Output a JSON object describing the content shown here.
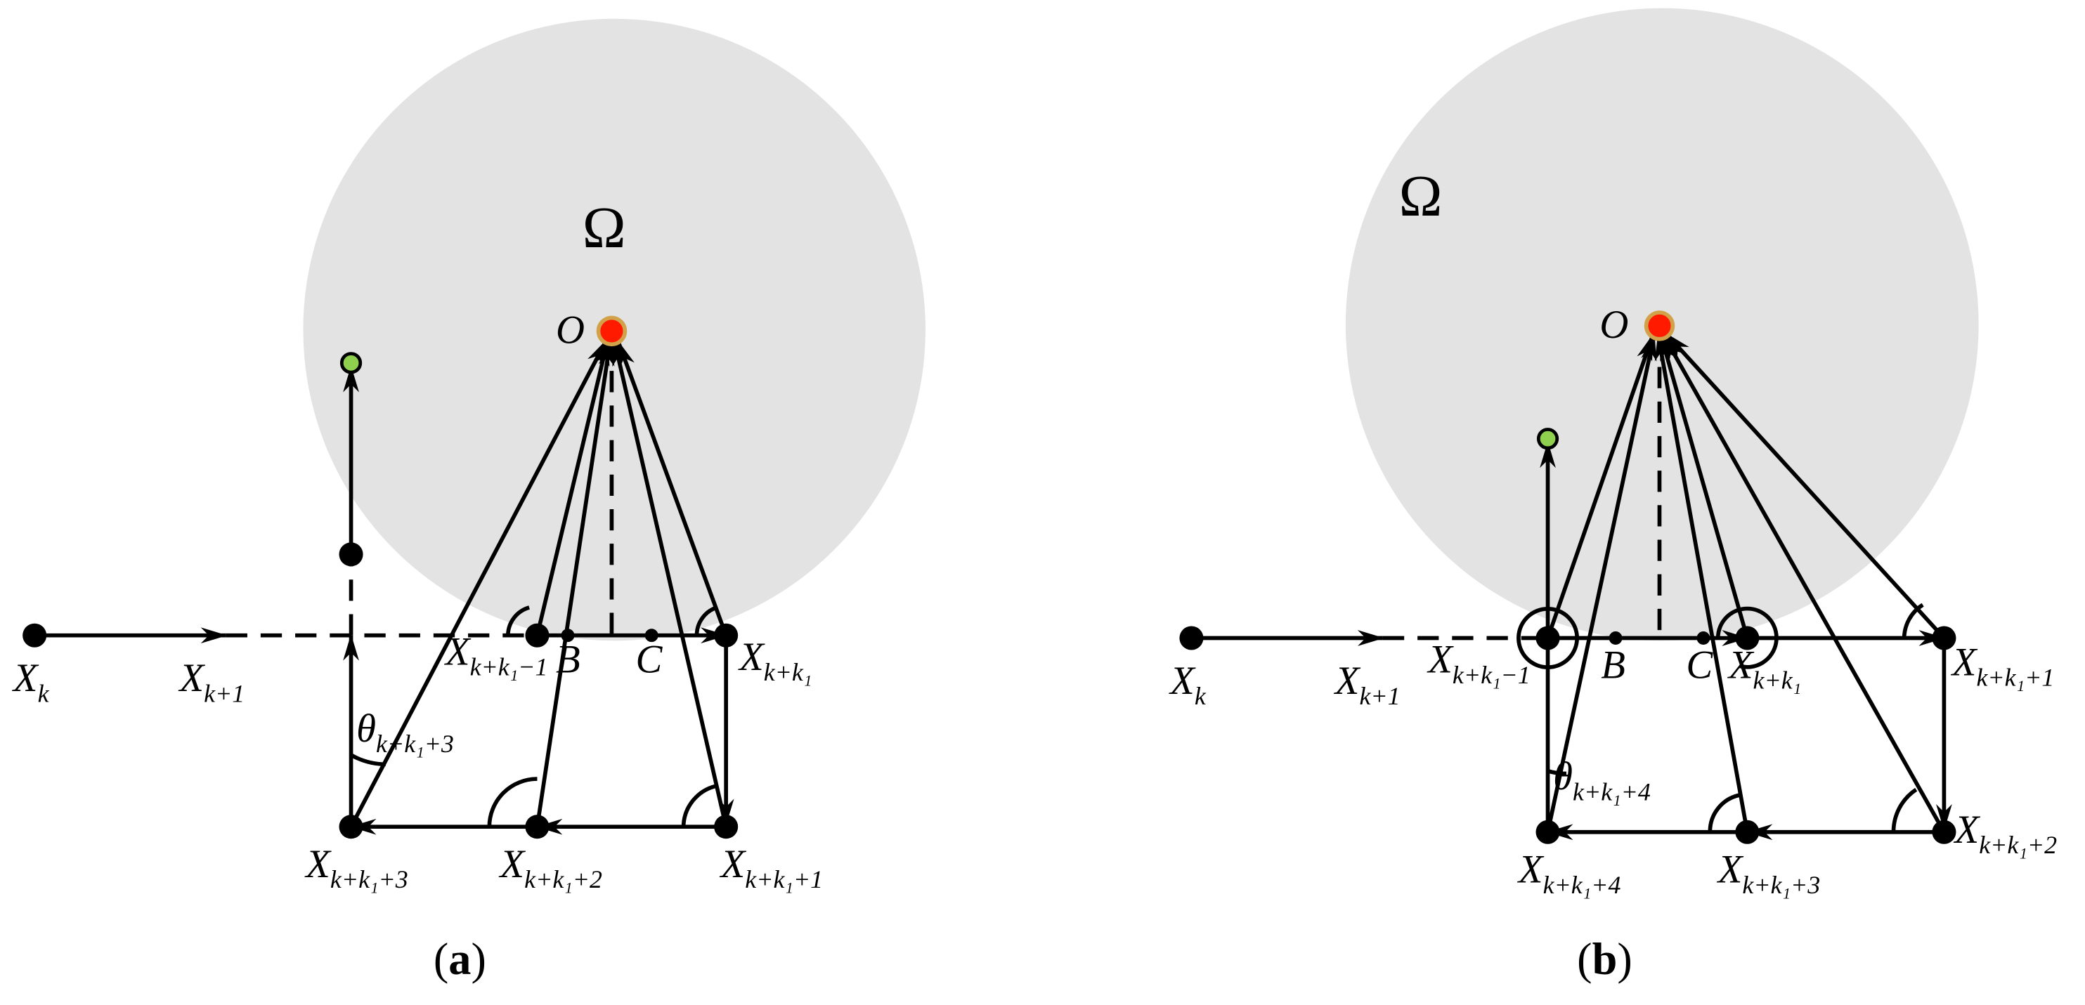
{
  "colors": {
    "region": "#e3e3e3",
    "target_fill": "#ff1a00",
    "target_ring": "#d2a24a",
    "start_fill": "#8fd14f",
    "ink": "#000000"
  },
  "panel_a": {
    "caption_letter": "a",
    "region_label": "Ω",
    "target_label": "O",
    "points": {
      "xk": {
        "base": "X",
        "sub": "k"
      },
      "xk1": {
        "base": "X",
        "sub": "k+1"
      },
      "xkk1m1": {
        "base": "X",
        "sub": "k+k₁−1"
      },
      "b": {
        "base": "B",
        "sub": ""
      },
      "c": {
        "base": "C",
        "sub": ""
      },
      "xkk1": {
        "base": "X",
        "sub": "k+k₁"
      },
      "xkk1p1": {
        "base": "X",
        "sub": "k+k₁+1"
      },
      "xkk1p2": {
        "base": "X",
        "sub": "k+k₁+2"
      },
      "xkk1p3": {
        "base": "X",
        "sub": "k+k₁+3"
      }
    },
    "angle_label": {
      "base": "θ",
      "sub": "k+k₁+3"
    }
  },
  "panel_b": {
    "caption_letter": "b",
    "region_label": "Ω",
    "target_label": "O",
    "points": {
      "xk": {
        "base": "X",
        "sub": "k"
      },
      "xk1": {
        "base": "X",
        "sub": "k+1"
      },
      "xkk1m1": {
        "base": "X",
        "sub": "k+k₁−1"
      },
      "b": {
        "base": "B",
        "sub": ""
      },
      "c": {
        "base": "C",
        "sub": ""
      },
      "xkk1": {
        "base": "X",
        "sub": "k+k₁"
      },
      "xkk1p1": {
        "base": "X",
        "sub": "k+k₁+1"
      },
      "xkk1p2": {
        "base": "X",
        "sub": "k+k₁+2"
      },
      "xkk1p3": {
        "base": "X",
        "sub": "k+k₁+3"
      },
      "xkk1p4": {
        "base": "X",
        "sub": "k+k₁+4"
      }
    },
    "angle_label": {
      "base": "θ",
      "sub": "k+k₁+4"
    }
  }
}
